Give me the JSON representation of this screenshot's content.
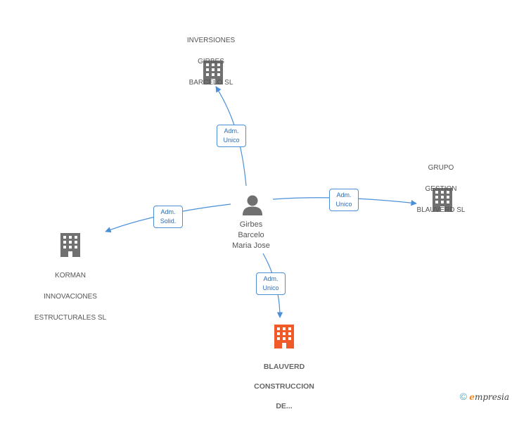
{
  "colors": {
    "edge": "#4a90d9",
    "company_icon": "#707070",
    "company_icon_main": "#f05a28",
    "person_icon": "#707070"
  },
  "center": {
    "icon": "person-icon",
    "lines": [
      "Girbes",
      "Barcelo",
      "Maria Jose"
    ]
  },
  "companies": [
    {
      "id": "inversiones",
      "icon": "building-icon",
      "lines": [
        "INVERSIONES",
        "GIRBES",
        "BARCELO SL"
      ]
    },
    {
      "id": "grupo",
      "icon": "building-icon",
      "lines": [
        "GRUPO",
        "GESTION",
        "BLAUVERD SL"
      ]
    },
    {
      "id": "korman",
      "icon": "building-icon",
      "lines": [
        "KORMAN",
        "INNOVACIONES",
        "ESTRUCTURALES SL"
      ]
    },
    {
      "id": "blauverd",
      "icon": "building-icon",
      "main": true,
      "lines": [
        "BLAUVERD",
        "CONSTRUCCION",
        "DE..."
      ]
    }
  ],
  "edges": [
    {
      "to": "inversiones",
      "label": [
        "Adm.",
        "Unico"
      ]
    },
    {
      "to": "grupo",
      "label": [
        "Adm.",
        "Unico"
      ]
    },
    {
      "to": "korman",
      "label": [
        "Adm.",
        "Solid."
      ]
    },
    {
      "to": "blauverd",
      "label": [
        "Adm.",
        "Unico"
      ]
    }
  ],
  "footer": {
    "copyright_symbol": "©",
    "brand_initial": "e",
    "brand_rest": "mpresia"
  }
}
